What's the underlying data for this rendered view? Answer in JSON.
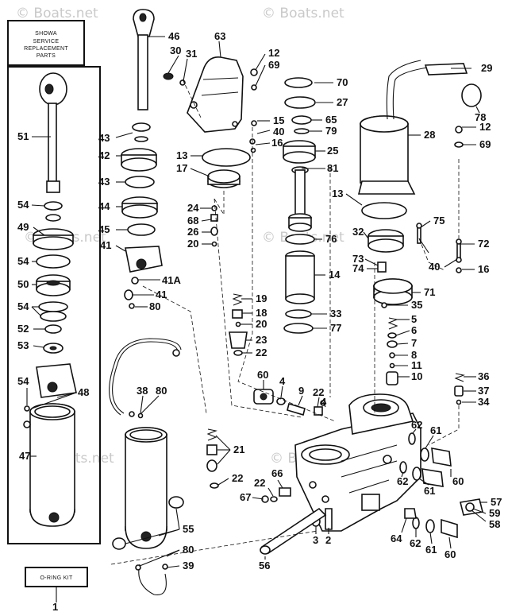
{
  "watermark": "© Boats.net",
  "kit_box": {
    "line1": "SHOWA",
    "line2": "SERVICE",
    "line3": "REPLACEMENT",
    "line4": "PARTS"
  },
  "oring_kit": "O-RING KIT",
  "callouts": [
    {
      "id": "c46",
      "text": "46"
    },
    {
      "id": "c63",
      "text": "63"
    },
    {
      "id": "c30",
      "text": "30"
    },
    {
      "id": "c31",
      "text": "31"
    },
    {
      "id": "c12a",
      "text": "12"
    },
    {
      "id": "c69a",
      "text": "69"
    },
    {
      "id": "c29",
      "text": "29"
    },
    {
      "id": "c70",
      "text": "70"
    },
    {
      "id": "c27",
      "text": "27"
    },
    {
      "id": "c78",
      "text": "78"
    },
    {
      "id": "c51",
      "text": "51"
    },
    {
      "id": "c15",
      "text": "15"
    },
    {
      "id": "c65",
      "text": "65"
    },
    {
      "id": "c40a",
      "text": "40"
    },
    {
      "id": "c79",
      "text": "79"
    },
    {
      "id": "c43a",
      "text": "43"
    },
    {
      "id": "c16a",
      "text": "16"
    },
    {
      "id": "c28",
      "text": "28"
    },
    {
      "id": "c12b",
      "text": "12"
    },
    {
      "id": "c42",
      "text": "42"
    },
    {
      "id": "c13a",
      "text": "13"
    },
    {
      "id": "c25",
      "text": "25"
    },
    {
      "id": "c69b",
      "text": "69"
    },
    {
      "id": "c17",
      "text": "17"
    },
    {
      "id": "c81",
      "text": "81"
    },
    {
      "id": "c43b",
      "text": "43"
    },
    {
      "id": "c13b",
      "text": "13"
    },
    {
      "id": "c24",
      "text": "24"
    },
    {
      "id": "c54a",
      "text": "54"
    },
    {
      "id": "c44",
      "text": "44"
    },
    {
      "id": "c68",
      "text": "68"
    },
    {
      "id": "c75",
      "text": "75"
    },
    {
      "id": "c49",
      "text": "49"
    },
    {
      "id": "c45",
      "text": "45"
    },
    {
      "id": "c26",
      "text": "26"
    },
    {
      "id": "c32",
      "text": "32"
    },
    {
      "id": "c76",
      "text": "76"
    },
    {
      "id": "c72",
      "text": "72"
    },
    {
      "id": "c20a",
      "text": "20"
    },
    {
      "id": "c41a",
      "text": "41"
    },
    {
      "id": "c73",
      "text": "73"
    },
    {
      "id": "c54b",
      "text": "54"
    },
    {
      "id": "c40b",
      "text": "40"
    },
    {
      "id": "c74",
      "text": "74"
    },
    {
      "id": "c16b",
      "text": "16"
    },
    {
      "id": "c14",
      "text": "14"
    },
    {
      "id": "c41A",
      "text": "41A"
    },
    {
      "id": "c50",
      "text": "50"
    },
    {
      "id": "c71",
      "text": "71"
    },
    {
      "id": "c41b",
      "text": "41"
    },
    {
      "id": "c19",
      "text": "19"
    },
    {
      "id": "c35",
      "text": "35"
    },
    {
      "id": "c54c",
      "text": "54"
    },
    {
      "id": "c80a",
      "text": "80"
    },
    {
      "id": "c18",
      "text": "18"
    },
    {
      "id": "c33",
      "text": "33"
    },
    {
      "id": "c5",
      "text": "5"
    },
    {
      "id": "c52",
      "text": "52"
    },
    {
      "id": "c20b",
      "text": "20"
    },
    {
      "id": "c77",
      "text": "77"
    },
    {
      "id": "c6",
      "text": "6"
    },
    {
      "id": "c23",
      "text": "23"
    },
    {
      "id": "c7",
      "text": "7"
    },
    {
      "id": "c53",
      "text": "53"
    },
    {
      "id": "c22a",
      "text": "22"
    },
    {
      "id": "c8",
      "text": "8"
    },
    {
      "id": "c11",
      "text": "11"
    },
    {
      "id": "c60a",
      "text": "60"
    },
    {
      "id": "c4a",
      "text": "4"
    },
    {
      "id": "c10",
      "text": "10"
    },
    {
      "id": "c36",
      "text": "36"
    },
    {
      "id": "c54d",
      "text": "54"
    },
    {
      "id": "c48",
      "text": "48"
    },
    {
      "id": "c9",
      "text": "9"
    },
    {
      "id": "c38",
      "text": "38"
    },
    {
      "id": "c80b",
      "text": "80"
    },
    {
      "id": "c22b",
      "text": "22"
    },
    {
      "id": "c37",
      "text": "37"
    },
    {
      "id": "c4b",
      "text": "4"
    },
    {
      "id": "c34",
      "text": "34"
    },
    {
      "id": "c62a",
      "text": "62"
    },
    {
      "id": "c61a",
      "text": "61"
    },
    {
      "id": "c47",
      "text": "47"
    },
    {
      "id": "c21",
      "text": "21"
    },
    {
      "id": "c22c",
      "text": "22"
    },
    {
      "id": "c60b",
      "text": "60"
    },
    {
      "id": "c66",
      "text": "66"
    },
    {
      "id": "c22d",
      "text": "22"
    },
    {
      "id": "c62b",
      "text": "62"
    },
    {
      "id": "c61b",
      "text": "61"
    },
    {
      "id": "c67",
      "text": "67"
    },
    {
      "id": "c57",
      "text": "57"
    },
    {
      "id": "c59",
      "text": "59"
    },
    {
      "id": "c58",
      "text": "58"
    },
    {
      "id": "c55",
      "text": "55"
    },
    {
      "id": "c3",
      "text": "3"
    },
    {
      "id": "c2",
      "text": "2"
    },
    {
      "id": "c64",
      "text": "64"
    },
    {
      "id": "c62c",
      "text": "62"
    },
    {
      "id": "c61c",
      "text": "61"
    },
    {
      "id": "c60c",
      "text": "60"
    },
    {
      "id": "c80c",
      "text": "80"
    },
    {
      "id": "c39",
      "text": "39"
    },
    {
      "id": "c56",
      "text": "56"
    },
    {
      "id": "c1",
      "text": "1"
    }
  ]
}
